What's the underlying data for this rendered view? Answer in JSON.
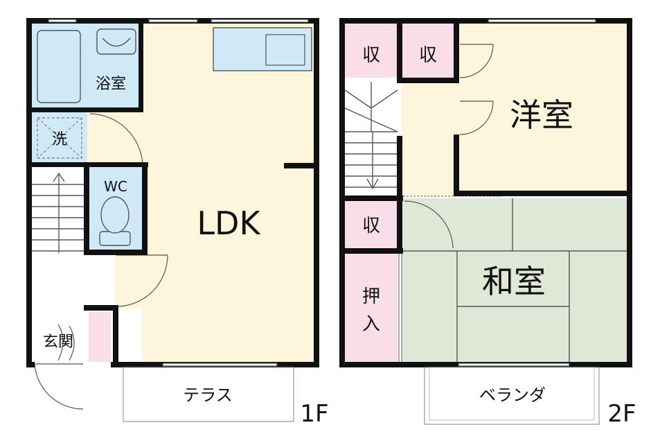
{
  "floor1": {
    "floor_label": "1F",
    "rooms": {
      "ldk": "LDK",
      "bath": "浴室",
      "wash": "洗",
      "wc": "WC",
      "entrance": "玄関",
      "terrace": "テラス"
    }
  },
  "floor2": {
    "floor_label": "2F",
    "rooms": {
      "western": "洋室",
      "japanese": "和室",
      "storage_a": "収",
      "storage_b": "収",
      "storage_c": "収",
      "closet_top": "押",
      "closet_bottom": "入",
      "balcony": "ベランダ"
    }
  },
  "colors": {
    "wall": "#111111",
    "floor_wood": "#fdf5dc",
    "wet_area": "#cfe9f7",
    "storage": "#f9dde8",
    "tatami": "#dfe8d6",
    "hall": "#ffffff"
  }
}
